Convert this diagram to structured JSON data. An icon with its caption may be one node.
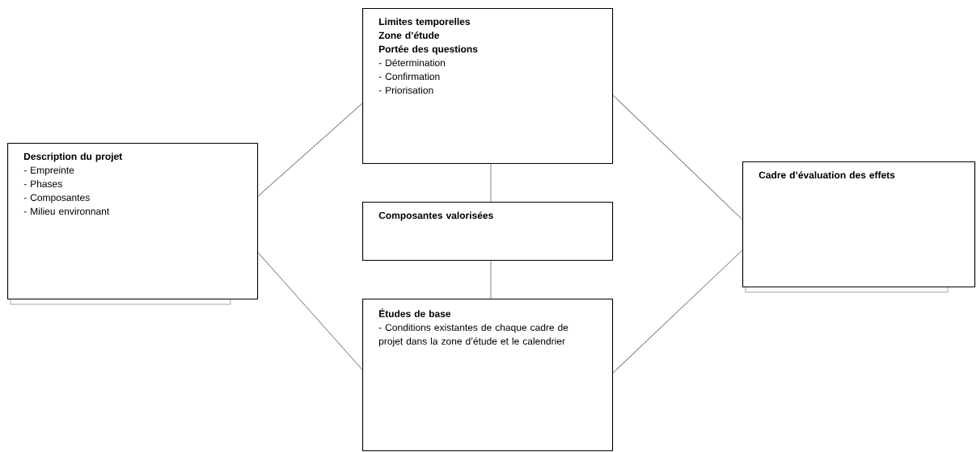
{
  "diagram": {
    "nodes": [
      {
        "text": [
          "Description du projet",
          "- Empreinte",
          "- Phases",
          "- Composantes",
          "- Milieu environnant"
        ]
      },
      {
        "text": [
          "Limites temporelles",
          "Zone d’étude",
          "Portée des questions",
          "- Détermination",
          "- Confirmation",
          "- Priorisation"
        ]
      },
      {
        "text": [
          "Composantes valorisées"
        ]
      },
      {
        "text": [
          "Études de base",
          "- Conditions existantes de chaque cadre de projet dans la zone d’étude et le calendrier"
        ]
      },
      {
        "text": [
          "Cadre d’évaluation des effets"
        ]
      }
    ],
    "edges": [
      {
        "from": 0,
        "to": 1,
        "arrow": "none"
      },
      {
        "from": 0,
        "to": 3,
        "arrow": "none"
      },
      {
        "from": 1,
        "to": 2,
        "arrow": "none"
      },
      {
        "from": 2,
        "to": 3,
        "arrow": "none"
      },
      {
        "from": 1,
        "to": 4,
        "arrow": "none"
      },
      {
        "from": 3,
        "to": 4,
        "arrow": "none"
      }
    ]
  }
}
